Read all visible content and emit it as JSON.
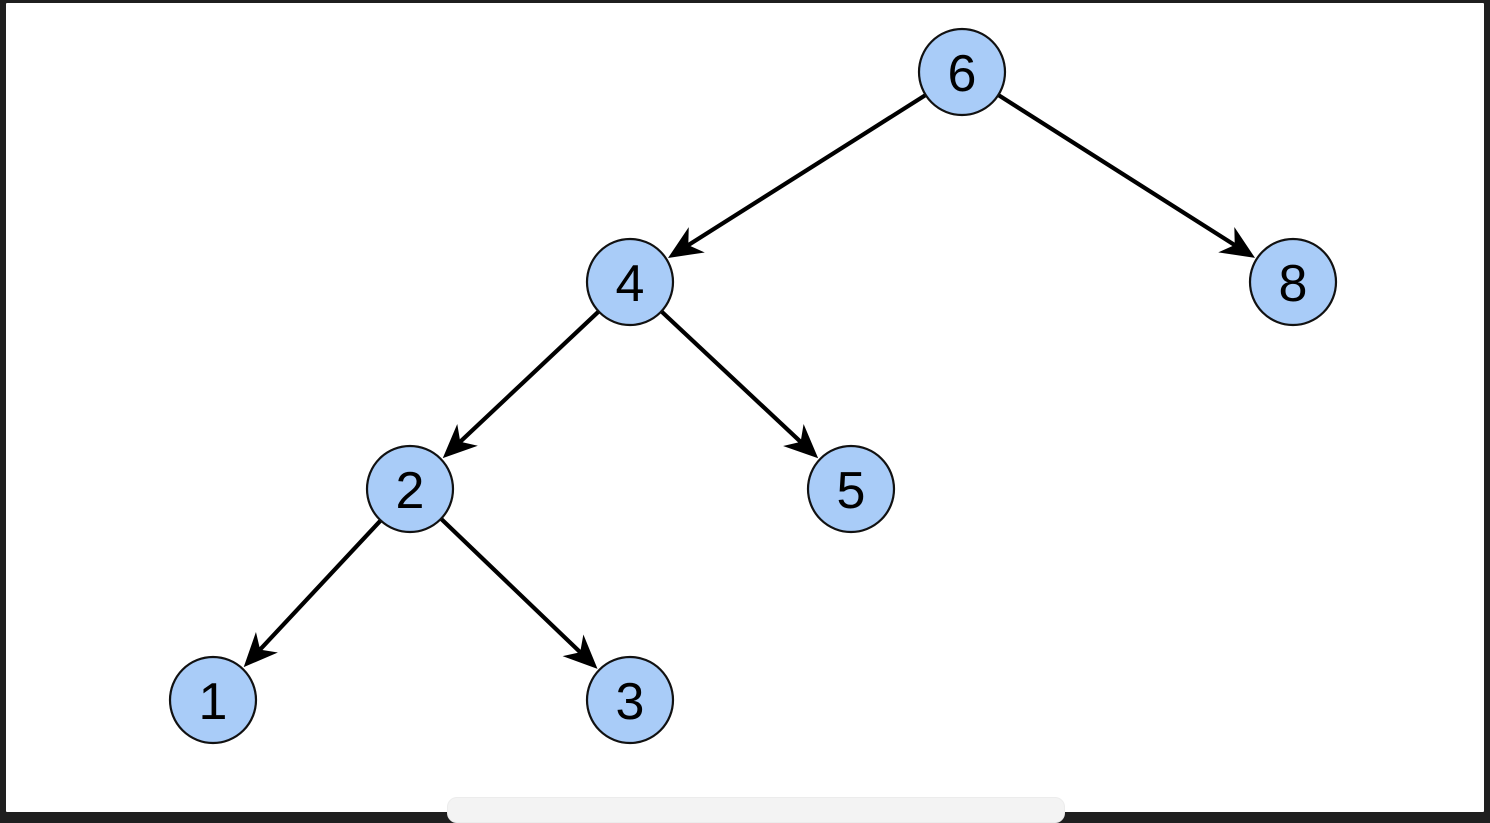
{
  "diagram": {
    "type": "binary-tree",
    "node_fill": "#a9ccf8",
    "node_stroke": "#111111",
    "edge_color": "#000000",
    "nodes": [
      {
        "id": "n6",
        "label": "6"
      },
      {
        "id": "n4",
        "label": "4"
      },
      {
        "id": "n8",
        "label": "8"
      },
      {
        "id": "n2",
        "label": "2"
      },
      {
        "id": "n5",
        "label": "5"
      },
      {
        "id": "n1",
        "label": "1"
      },
      {
        "id": "n3",
        "label": "3"
      }
    ],
    "edges": [
      {
        "from": "n6",
        "to": "n4"
      },
      {
        "from": "n6",
        "to": "n8"
      },
      {
        "from": "n4",
        "to": "n2"
      },
      {
        "from": "n4",
        "to": "n5"
      },
      {
        "from": "n2",
        "to": "n1"
      },
      {
        "from": "n2",
        "to": "n3"
      }
    ]
  }
}
